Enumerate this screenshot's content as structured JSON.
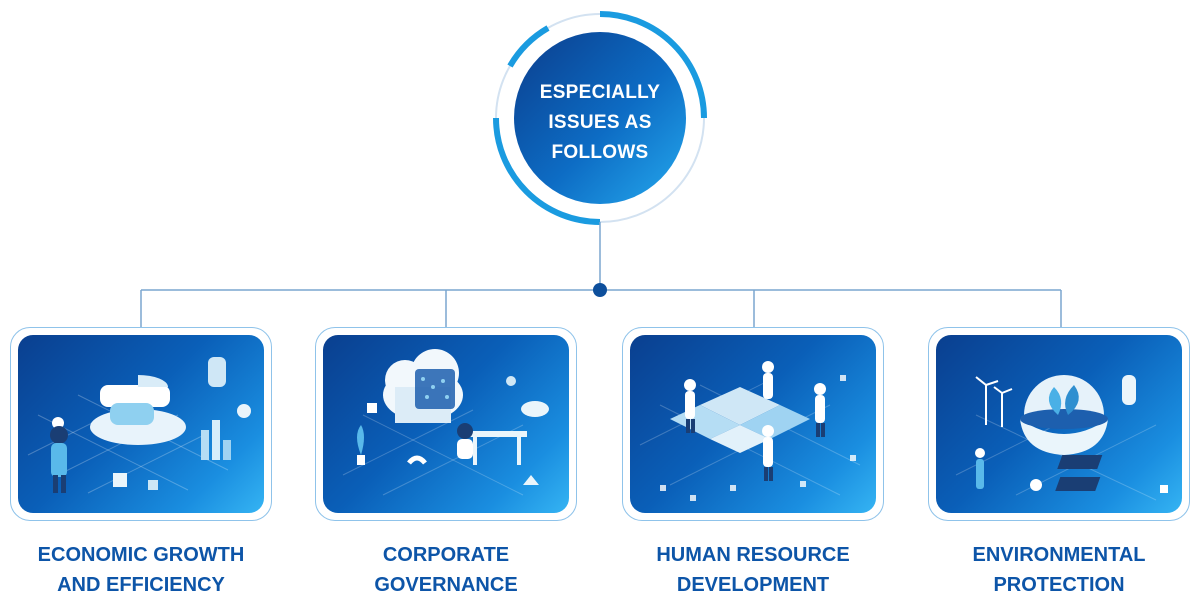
{
  "hub": {
    "lines": [
      "ESPECIALLY",
      "ISSUES AS",
      "FOLLOWS"
    ]
  },
  "branches": [
    {
      "line1": "ECONOMIC GROWTH",
      "line2": "AND EFFICIENCY",
      "illustration": "analytics-chart-illustration"
    },
    {
      "line1": "CORPORATE",
      "line2": "GOVERNANCE",
      "illustration": "cloud-workstation-illustration"
    },
    {
      "line1": "HUMAN RESOURCE",
      "line2": "DEVELOPMENT",
      "illustration": "team-puzzle-illustration"
    },
    {
      "line1": "ENVIRONMENTAL",
      "line2": "PROTECTION",
      "illustration": "green-energy-illustration"
    }
  ],
  "colors": {
    "primary": "#0d55a8",
    "accent": "#1a9be0",
    "connector": "#7aa6cf",
    "card_border": "#8fc3ea"
  }
}
